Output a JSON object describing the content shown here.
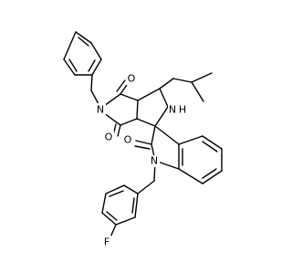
{
  "molecule": {
    "atoms": {
      "o_top": "O",
      "n_imide": "N",
      "o_imide_bottom": "O",
      "nh": "N",
      "h": "H",
      "o_lactam": "O",
      "n_indole": "N",
      "f": "F"
    }
  }
}
